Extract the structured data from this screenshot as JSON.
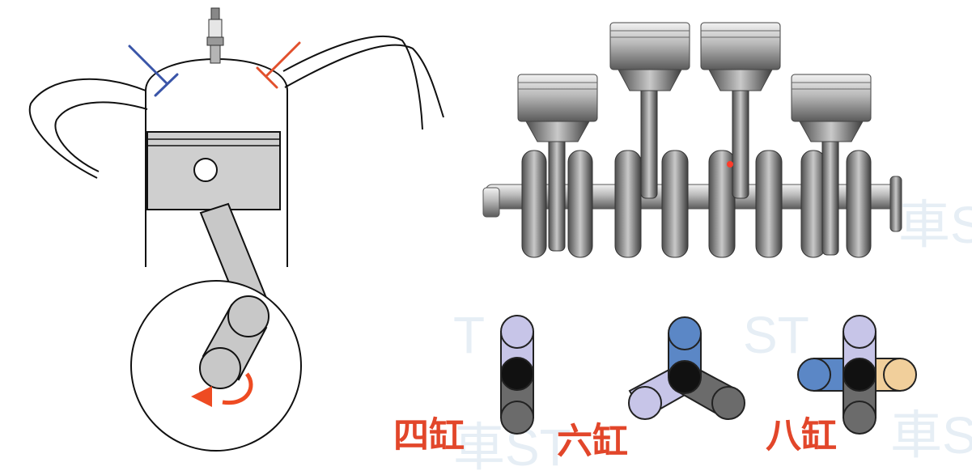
{
  "colors": {
    "intake_valve": "#3a55a8",
    "exhaust_valve": "#e2502c",
    "piston_fill": "#cfcfcf",
    "rod_fill": "#c8c8c8",
    "rotation_arrow": "#ee4b22",
    "label_color": "#e2462a",
    "crank_lavender": "#c7c5e8",
    "crank_black": "#111111",
    "crank_gray": "#6b6b6b",
    "crank_blue": "#5b87c6",
    "crank_peach": "#f1cf9b"
  },
  "icons": {
    "spark_plug": "spark-plug-icon",
    "rotation": "rotation-arrow-icon"
  },
  "labels": {
    "four_cyl": "四缸",
    "six_cyl": "六缸",
    "eight_cyl": "八缸"
  },
  "watermark": {
    "text_a": "T",
    "text_b": "ST",
    "text_c": "車S",
    "text_d": "車ST"
  }
}
